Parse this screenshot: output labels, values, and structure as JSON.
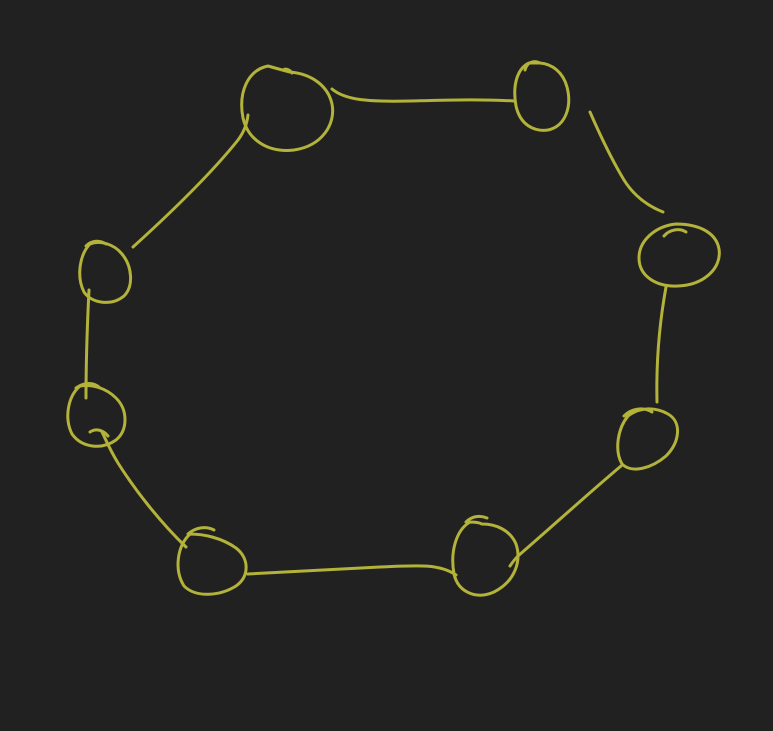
{
  "diagram": {
    "type": "hand-drawn ring of nodes",
    "node_count": 8,
    "edge_count": 8,
    "stroke_color": "#b3b23a",
    "background_color": "#212121",
    "nodes": [
      {
        "id": "n1",
        "label": ""
      },
      {
        "id": "n2",
        "label": ""
      },
      {
        "id": "n3",
        "label": ""
      },
      {
        "id": "n4",
        "label": ""
      },
      {
        "id": "n5",
        "label": ""
      },
      {
        "id": "n6",
        "label": ""
      },
      {
        "id": "n7",
        "label": ""
      },
      {
        "id": "n8",
        "label": ""
      }
    ],
    "edges": [
      {
        "from": "n1",
        "to": "n2"
      },
      {
        "from": "n2",
        "to": "n3"
      },
      {
        "from": "n3",
        "to": "n4"
      },
      {
        "from": "n4",
        "to": "n5"
      },
      {
        "from": "n5",
        "to": "n6"
      },
      {
        "from": "n6",
        "to": "n7"
      },
      {
        "from": "n7",
        "to": "n8"
      },
      {
        "from": "n8",
        "to": "n1"
      }
    ]
  }
}
